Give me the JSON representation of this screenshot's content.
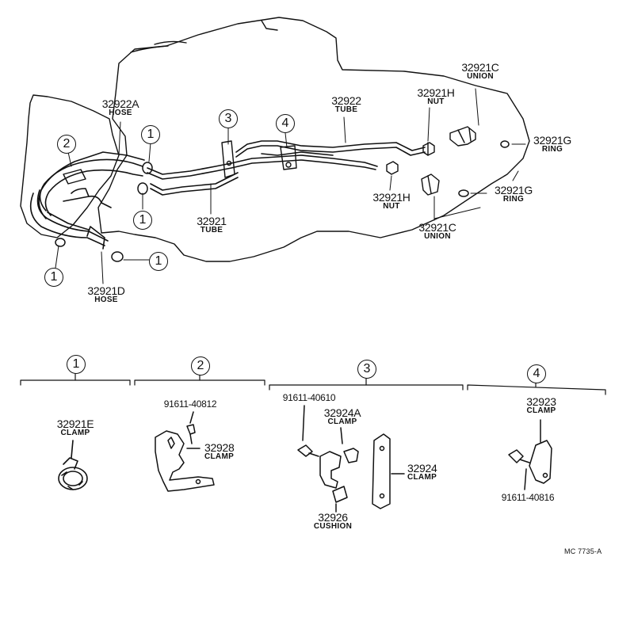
{
  "callouts": {
    "ref1": "1",
    "ref2": "2",
    "ref3": "3",
    "ref4": "4"
  },
  "parts_top": {
    "p32922A": {
      "num": "32922A",
      "desc": "HOSE"
    },
    "p32922": {
      "num": "32922",
      "desc": "TUBE"
    },
    "p32921H_top": {
      "num": "32921H",
      "desc": "NUT"
    },
    "p32921C_top": {
      "num": "32921C",
      "desc": "UNION"
    },
    "p32921G_top": {
      "num": "32921G",
      "desc": "RING"
    },
    "p32921G_mid": {
      "num": "32921G",
      "desc": "RING"
    },
    "p32921H_mid": {
      "num": "32921H",
      "desc": "NUT"
    },
    "p32921C_mid": {
      "num": "32921C",
      "desc": "UNION"
    },
    "p32921": {
      "num": "32921",
      "desc": "TUBE"
    },
    "p32921D": {
      "num": "32921D",
      "desc": "HOSE"
    }
  },
  "sections": {
    "s1": {
      "ref": "1",
      "parts": {
        "p32921E": {
          "num": "32921E",
          "desc": "CLAMP"
        }
      }
    },
    "s2": {
      "ref": "2",
      "parts": {
        "bolt": {
          "num": "91611-40812"
        },
        "p32928": {
          "num": "32928",
          "desc": "CLAMP"
        }
      }
    },
    "s3": {
      "ref": "3",
      "parts": {
        "bolt": {
          "num": "91611-40610"
        },
        "p32924A": {
          "num": "32924A",
          "desc": "CLAMP"
        },
        "p32924": {
          "num": "32924",
          "desc": "CLAMP"
        },
        "p32926": {
          "num": "32926",
          "desc": "CUSHION"
        }
      }
    },
    "s4": {
      "ref": "4",
      "parts": {
        "p32923": {
          "num": "32923",
          "desc": "CLAMP"
        },
        "bolt": {
          "num": "91611-40816"
        }
      }
    }
  },
  "footer": {
    "code": "MC 7735-A"
  }
}
